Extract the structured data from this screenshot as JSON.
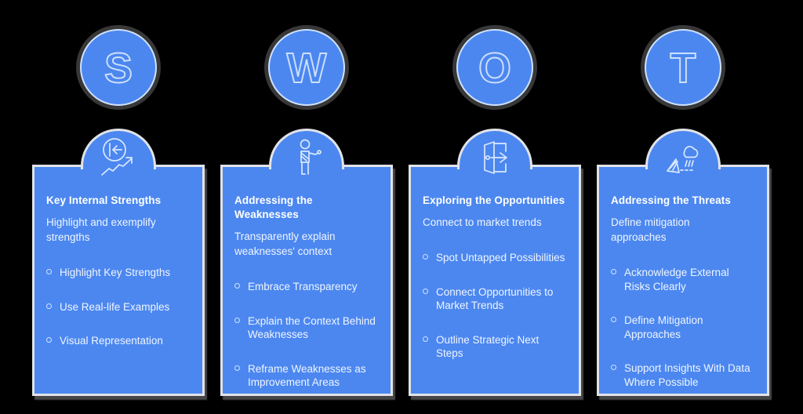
{
  "colors": {
    "primary_blue": "#4c87f0",
    "outline_light_blue": "#cde0fc",
    "card_border": "#e9e8e7",
    "background": "#000000",
    "title_text": "#ffffff",
    "body_text": "#eef5ff"
  },
  "diagram_type": "SWOT analysis infographic",
  "columns": [
    {
      "letter": "S",
      "icon": "converging-arrow-growth-icon",
      "title": "Key Internal Strengths",
      "subtitle": "Highlight and exemplify strengths",
      "bullets": [
        "Highlight Key Strengths",
        "Use Real-life Examples",
        "Visual Representation"
      ]
    },
    {
      "letter": "W",
      "icon": "injured-person-arm-sling-icon",
      "title": "Addressing the\nWeaknesses",
      "subtitle": "Transparently explain weaknesses' context",
      "bullets": [
        "Embrace Transparency",
        "Explain the Context Behind Weaknesses",
        "Reframe Weaknesses as Improvement Areas"
      ]
    },
    {
      "letter": "O",
      "icon": "open-door-exit-arrow-icon",
      "title": "Exploring the Opportunities",
      "subtitle": "Connect to market trends",
      "bullets": [
        "Spot Untapped Possibilities",
        "Connect Opportunities to Market Trends",
        "Outline Strategic Next Steps"
      ]
    },
    {
      "letter": "T",
      "icon": "rain-cloud-storm-icon",
      "title": "Addressing the Threats",
      "subtitle": "Define mitigation\napproaches",
      "bullets": [
        "Acknowledge External Risks Clearly",
        "Define Mitigation Approaches",
        "Support Insights With Data Where Possible"
      ]
    }
  ]
}
